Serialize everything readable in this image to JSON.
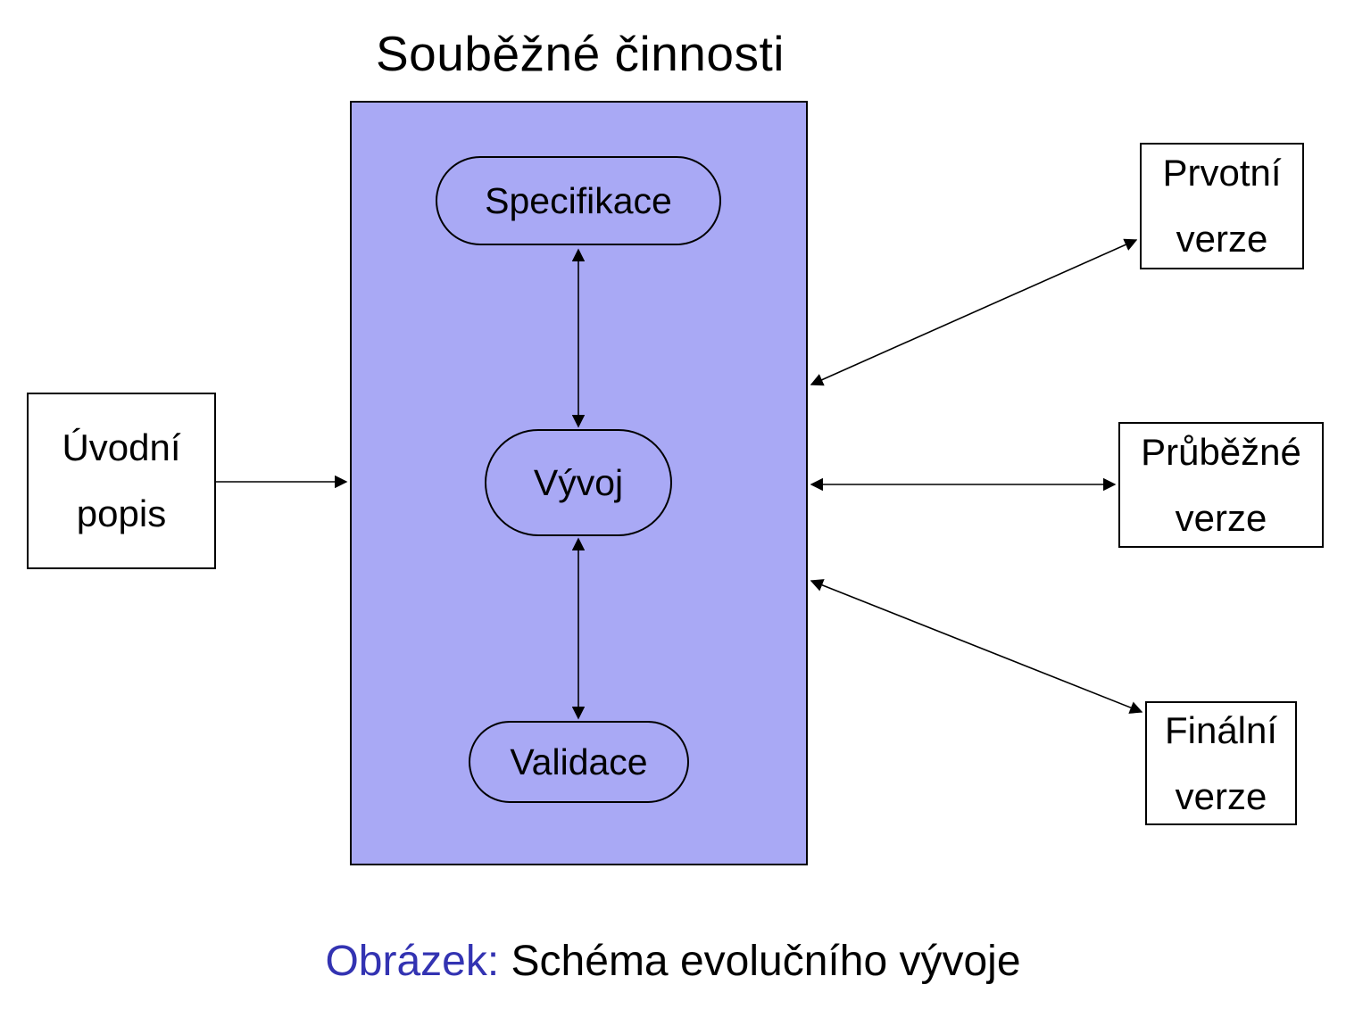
{
  "title": "Souběžné činnosti",
  "panel_nodes": {
    "specifikace": "Specifikace",
    "vyvoj": "Vývoj",
    "validace": "Validace"
  },
  "boxes": {
    "uvodni": {
      "line1": "Úvodní",
      "line2": "popis"
    },
    "prvotni": {
      "line1": "Prvotní",
      "line2": "verze"
    },
    "prubezne": {
      "line1": "Průběžné",
      "line2": "verze"
    },
    "finalni": {
      "line1": "Finální",
      "line2": "verze"
    }
  },
  "caption": {
    "prefix": "Obrázek:",
    "text": " Schéma evolučního vývoje"
  },
  "colors": {
    "panel_fill": "#a9a9f5",
    "caption_accent": "#3333b2",
    "stroke": "#000000",
    "background": "#ffffff"
  },
  "arrows": {
    "spec_to_vyvoj": "double-headed vertical",
    "vyvoj_to_validace": "double-headed vertical",
    "uvodni_to_panel": "single-headed right",
    "panel_to_prvotni": "double-headed diagonal up",
    "panel_to_prubezne": "double-headed horizontal",
    "panel_to_finalni": "double-headed diagonal down"
  }
}
